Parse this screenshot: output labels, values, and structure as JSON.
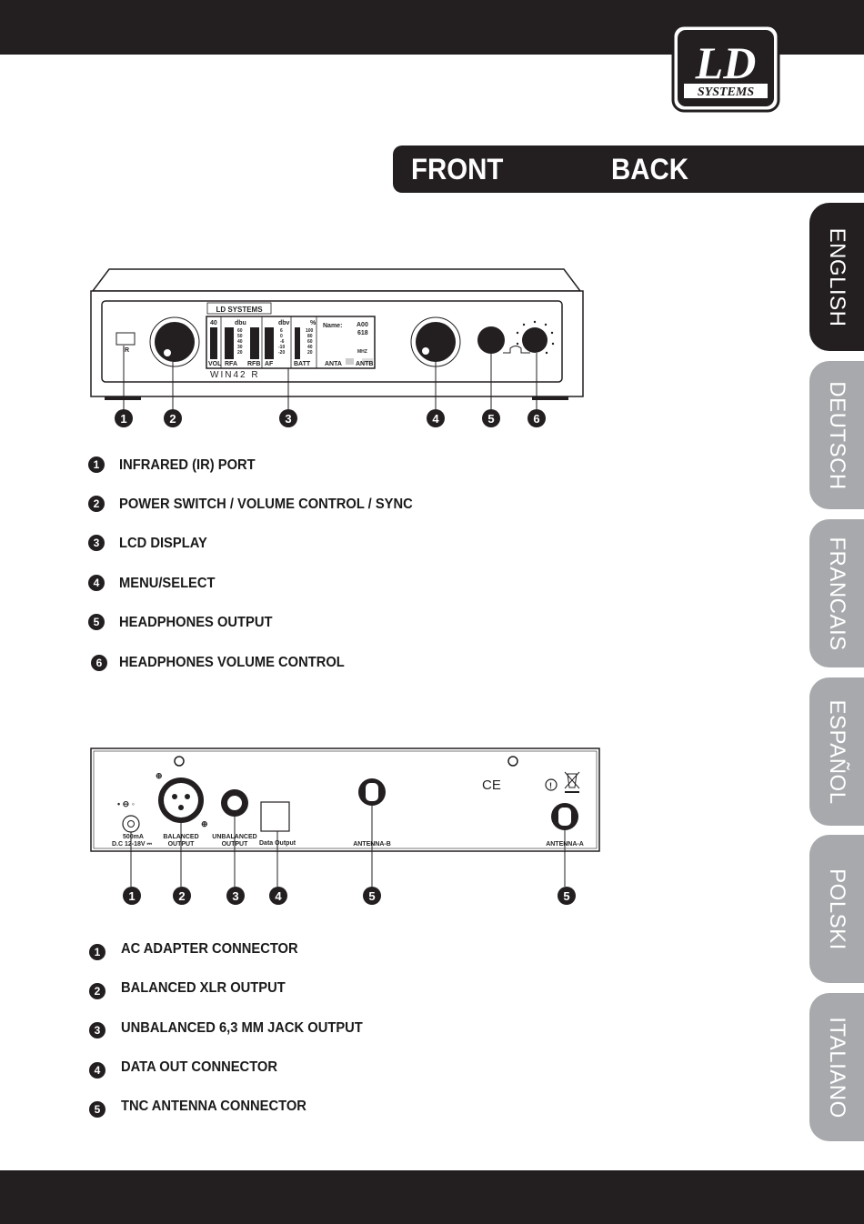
{
  "brand": {
    "logo_main": "LD",
    "logo_sub": "SYSTEMS"
  },
  "banner": {
    "front": "FRONT",
    "back": "BACK"
  },
  "language_tabs": [
    {
      "label": "ENGLISH",
      "active": true
    },
    {
      "label": "DEUTSCH",
      "active": false
    },
    {
      "label": "FRANCAIS",
      "active": false
    },
    {
      "label": "ESPAÑOL",
      "active": false
    },
    {
      "label": "POLSKI",
      "active": false
    },
    {
      "label": "ITALIANO",
      "active": false
    }
  ],
  "front_panel": {
    "brand_label": "LD SYSTEMS",
    "model_label": "WIN42 R",
    "ir_label": "IR",
    "lcd": {
      "vol": "VOL",
      "vol_top": "40",
      "dbu": "dbu",
      "dbu_values": [
        "60",
        "50",
        "40",
        "30",
        "20"
      ],
      "rfa": "RFA",
      "rfb": "RFB",
      "dbv": "dbv",
      "dbv_values": [
        "6",
        "0",
        "-6",
        "-10",
        "-20"
      ],
      "af": "AF",
      "pct": "%",
      "pct_values": [
        "100",
        "80",
        "60",
        "40",
        "20"
      ],
      "batt": "BATT",
      "name": "Name:",
      "preset": "A00",
      "freq": "618",
      "mhz": "MHZ",
      "anta": "ANTA",
      "antb": "ANTB"
    },
    "callouts": [
      "1",
      "2",
      "3",
      "4",
      "5",
      "6"
    ]
  },
  "front_legend": [
    {
      "num": "1",
      "label": "INFRARED (IR) PORT"
    },
    {
      "num": "2",
      "label": "POWER SWITCH / VOLUME CONTROL / SYNC"
    },
    {
      "num": "3",
      "label": "LCD DISPLAY"
    },
    {
      "num": "4",
      "label": "MENU/SELECT"
    },
    {
      "num": "5",
      "label": "HEADPHONES OUTPUT"
    },
    {
      "num": "6",
      "label": "HEADPHONES VOLUME CONTROL"
    }
  ],
  "back_panel": {
    "power_rating": "500mA",
    "power_voltage": "D.C 12-18V ⎓",
    "balanced_output": [
      "BALANCED",
      "OUTPUT"
    ],
    "unbalanced_output": [
      "UNBALANCED",
      "OUTPUT"
    ],
    "data_output": "Data Output",
    "antenna_b": "ANTENNA-B",
    "antenna_a": "ANTENNA-A",
    "ce_mark": "CE",
    "callouts": [
      "1",
      "2",
      "3",
      "4",
      "5",
      "5"
    ]
  },
  "back_legend": [
    {
      "num": "1",
      "label": "AC ADAPTER CONNECTOR"
    },
    {
      "num": "2",
      "label": "BALANCED XLR OUTPUT"
    },
    {
      "num": "3",
      "label": "UNBALANCED 6,3 MM JACK OUTPUT"
    },
    {
      "num": "4",
      "label": "DATA OUT CONNECTOR"
    },
    {
      "num": "5",
      "label": "TNC ANTENNA CONNECTOR"
    }
  ]
}
